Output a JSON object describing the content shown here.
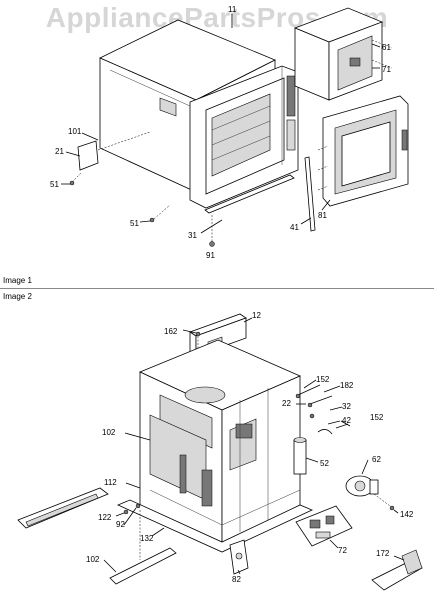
{
  "watermark": "AppliancePartsPros.com",
  "captions": {
    "image1": "Image 1",
    "image2": "Image 2"
  },
  "image1_callouts": {
    "c11": "11",
    "c61": "61",
    "c71": "71",
    "c101": "101",
    "c21": "21",
    "c51a": "51",
    "c51b": "51",
    "c31": "31",
    "c91": "91",
    "c41": "41",
    "c81": "81"
  },
  "image2_callouts": {
    "c162": "162",
    "c12": "12",
    "c152a": "152",
    "c182": "182",
    "c22": "22",
    "c32": "32",
    "c42": "42",
    "c152b": "152",
    "c102a": "102",
    "c52": "52",
    "c62": "62",
    "c112": "112",
    "c122": "122",
    "c92": "92",
    "c142": "142",
    "c132": "132",
    "c72": "72",
    "c102b": "102",
    "c82": "82",
    "c172": "172"
  }
}
